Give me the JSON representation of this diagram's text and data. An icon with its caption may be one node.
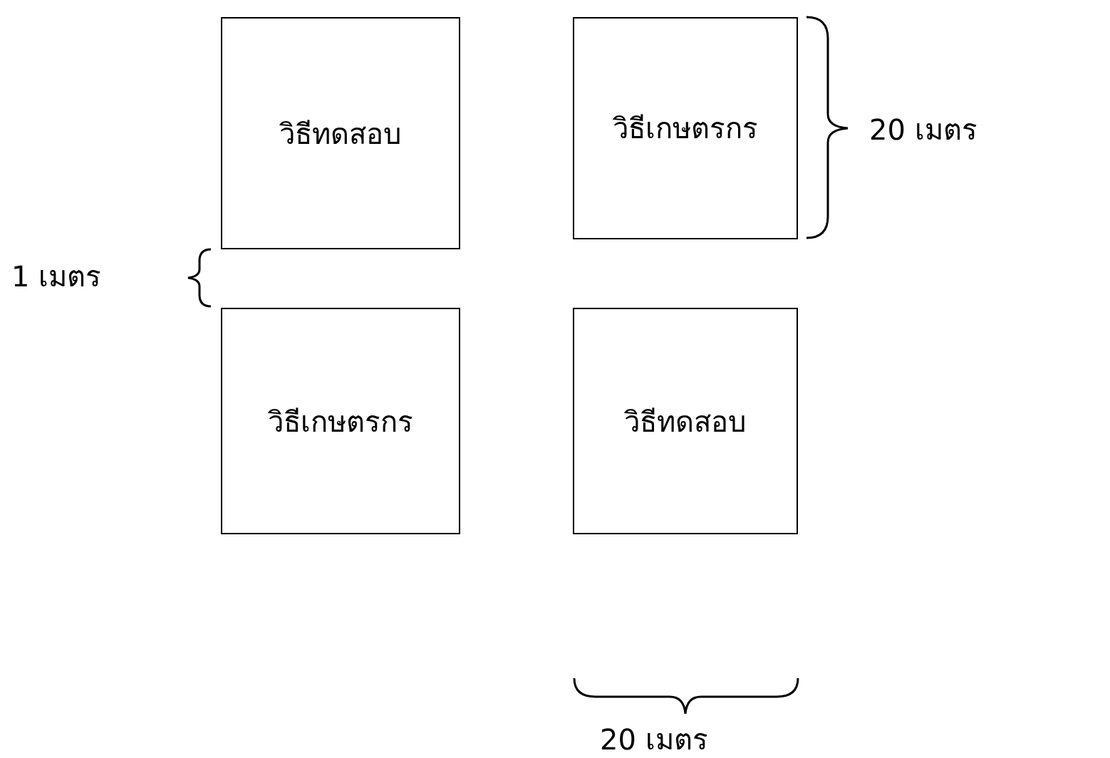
{
  "diagram": {
    "nodes": [
      {
        "text": [
          "วิธีทดสอบ"
        ]
      },
      {
        "text": [
          "วิธีเกษตรกร"
        ]
      },
      {
        "text": [
          "วิธีเกษตรกร"
        ]
      },
      {
        "text": [
          "วิธีทดสอบ"
        ]
      }
    ],
    "labels": [
      "20 เมตร",
      "1 เมตร",
      "20 เมตร"
    ]
  }
}
